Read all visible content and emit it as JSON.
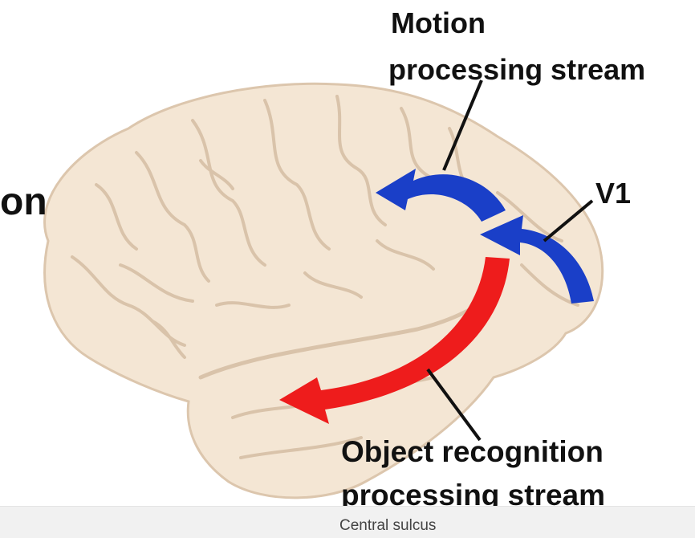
{
  "labels": {
    "motion_title": "Motion",
    "motion_sub": "processing stream",
    "v1": "V1",
    "object_title": "Object recognition",
    "object_sub": "processing stream",
    "left_fragment": "on",
    "bottom_caption": "Central sulcus"
  },
  "colors": {
    "motion_stream": "#1a3fc8",
    "object_stream": "#ee1c1c",
    "brain_fill": "#f4e6d4",
    "brain_fold": "#d9c3aa",
    "leader_line": "#111111"
  }
}
